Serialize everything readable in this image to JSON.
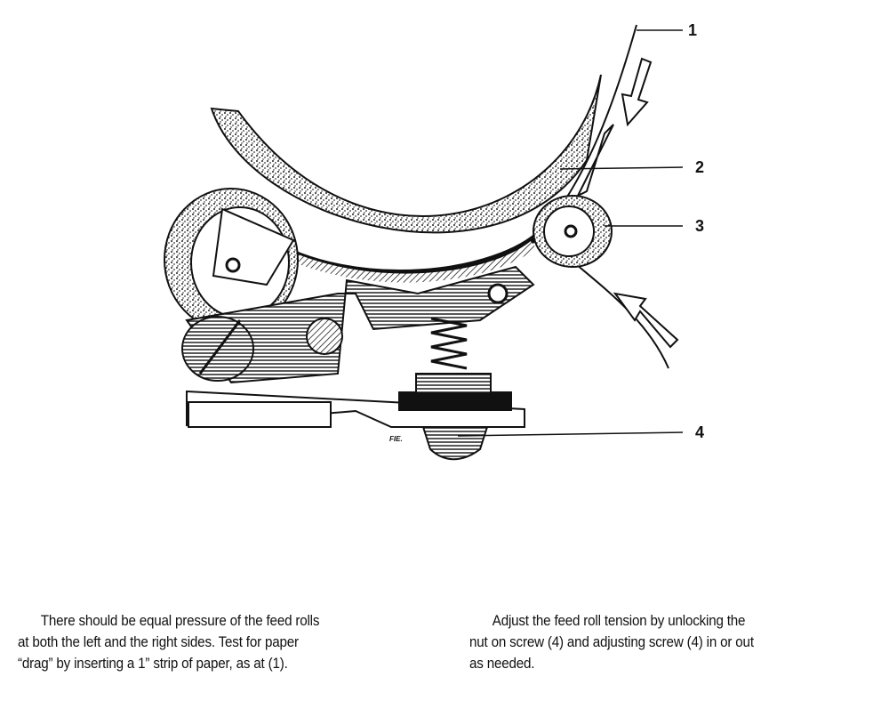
{
  "figure": {
    "callouts": [
      "1",
      "2",
      "3",
      "4"
    ],
    "artist_mark": "FIE."
  },
  "text": {
    "left_paragraph": [
      "There should be equal pressure of the feed rolls",
      "at both the left and the right sides. Test for paper",
      "“drag” by inserting a 1” strip of paper, as at (1)."
    ],
    "right_paragraph": [
      "Adjust the feed roll tension by unlocking the",
      "nut on screw (4) and adjusting screw (4) in or out",
      "as needed."
    ]
  }
}
